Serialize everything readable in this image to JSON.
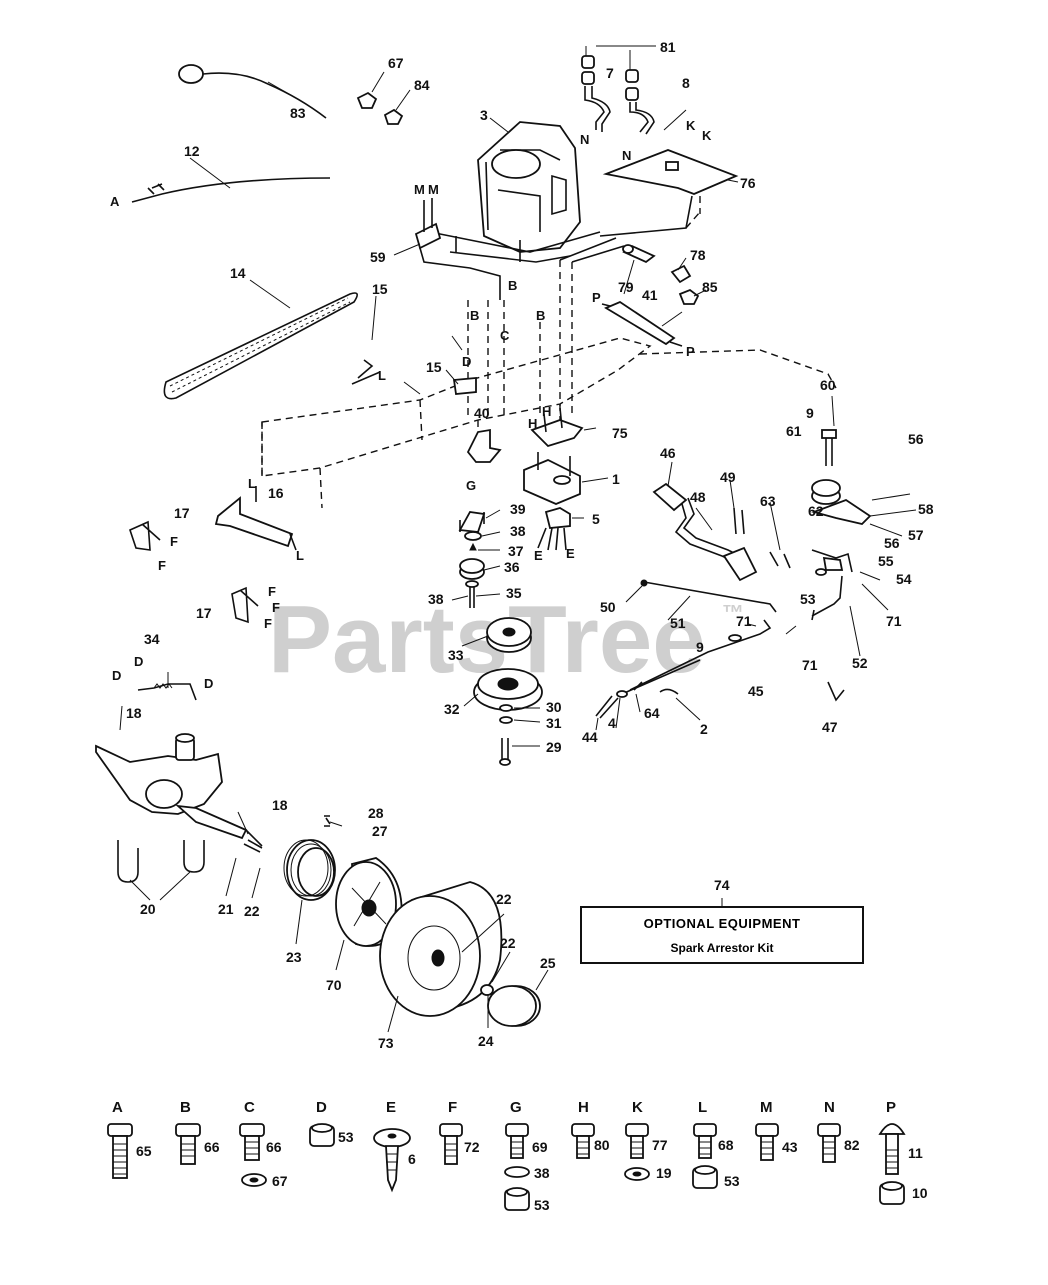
{
  "watermark": {
    "text": "PartsTree",
    "mark": "™"
  },
  "optional_equipment": {
    "ref": "74",
    "title": "OPTIONAL EQUIPMENT",
    "item": "Spark Arrestor Kit"
  },
  "callouts": {
    "c83": "83",
    "c67a": "67",
    "c84": "84",
    "c81": "81",
    "c7": "7",
    "c8": "8",
    "cNa": "N",
    "cNb": "N",
    "c3": "3",
    "cKa": "K",
    "cKb": "K",
    "c76": "76",
    "c12": "12",
    "cA": "A",
    "cMa": "M",
    "cMb": "M",
    "c59": "59",
    "c14": "14",
    "c78": "78",
    "c79": "79",
    "c85": "85",
    "cPa": "P",
    "cPb": "P",
    "c41": "41",
    "cBa": "B",
    "cBb": "B",
    "cBc": "B",
    "cC": "C",
    "c15a": "15",
    "c15b": "15",
    "cDa": "D",
    "c60": "60",
    "c9a": "9",
    "c61": "61",
    "c40": "40",
    "cHa": "H",
    "cHb": "H",
    "c75": "75",
    "cLa": "L",
    "cLb": "L",
    "cLc": "L",
    "c1": "1",
    "c46": "46",
    "c48": "48",
    "c49": "49",
    "c63": "63",
    "c56a": "56",
    "c58": "58",
    "cG": "G",
    "c39": "39",
    "c16": "16",
    "c17a": "17",
    "cFa": "F",
    "cFb": "F",
    "cFc": "F",
    "cFd": "F",
    "cFe": "F",
    "c5": "5",
    "cEa": "E",
    "cEb": "E",
    "c38a": "38",
    "c37": "37",
    "c36": "36",
    "c62": "62",
    "c57": "57",
    "c56b": "56",
    "c55": "55",
    "c54": "54",
    "c53a": "53",
    "c38b": "38",
    "c35": "35",
    "c50": "50",
    "c51": "51",
    "c71a": "71",
    "c71b": "71",
    "c71c": "71",
    "c17b": "17",
    "c52": "52",
    "c34": "34",
    "c33": "33",
    "cDb": "D",
    "cDc": "D",
    "cDd": "D",
    "c9b": "9",
    "c45": "45",
    "c18a": "18",
    "c32": "32",
    "c30": "30",
    "c31": "31",
    "c44": "44",
    "c4": "4",
    "c64": "64",
    "c2": "2",
    "c47": "47",
    "c29": "29",
    "c18b": "18",
    "c28": "28",
    "c27": "27",
    "c20": "20",
    "c21": "21",
    "c22a": "22",
    "c23": "23",
    "c22b": "22",
    "c22c": "22",
    "c70": "70",
    "c25": "25",
    "c73": "73",
    "c24": "24"
  },
  "hardware_key": [
    {
      "letter": "A",
      "parts": [
        "65"
      ]
    },
    {
      "letter": "B",
      "parts": [
        "66"
      ]
    },
    {
      "letter": "C",
      "parts": [
        "66",
        "67"
      ]
    },
    {
      "letter": "D",
      "parts": [
        "53"
      ]
    },
    {
      "letter": "E",
      "parts": [
        "6"
      ]
    },
    {
      "letter": "F",
      "parts": [
        "72"
      ]
    },
    {
      "letter": "G",
      "parts": [
        "69",
        "38",
        "53"
      ]
    },
    {
      "letter": "H",
      "parts": [
        "80"
      ]
    },
    {
      "letter": "K",
      "parts": [
        "77",
        "19"
      ]
    },
    {
      "letter": "L",
      "parts": [
        "68",
        "53"
      ]
    },
    {
      "letter": "M",
      "parts": [
        "43"
      ]
    },
    {
      "letter": "N",
      "parts": [
        "82"
      ]
    },
    {
      "letter": "P",
      "parts": [
        "11",
        "10"
      ]
    }
  ]
}
